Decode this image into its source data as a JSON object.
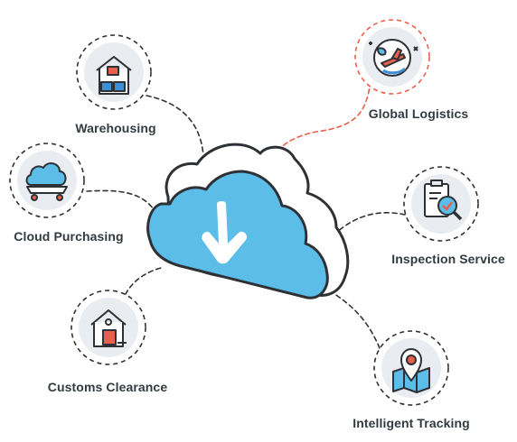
{
  "services": {
    "warehousing": {
      "label": "Warehousing",
      "icon": "warehouse-icon"
    },
    "cloud_purchasing": {
      "label": "Cloud Purchasing",
      "icon": "cloud-cart-icon"
    },
    "customs_clearance": {
      "label": "Customs Clearance",
      "icon": "customs-house-icon"
    },
    "global_logistics": {
      "label": "Global Logistics",
      "icon": "globe-plane-icon"
    },
    "inspection_service": {
      "label": "Inspection Service",
      "icon": "clipboard-magnifier-icon"
    },
    "intelligent_tracking": {
      "label": "Intelligent Tracking",
      "icon": "map-pin-icon"
    }
  },
  "center": {
    "icon": "cloud-download-icon"
  },
  "colors": {
    "cloud_fill": "#5cbde8",
    "outline": "#2e3135",
    "circle_fill": "#e9edf1",
    "highlight_dash": "#e8604c",
    "accent_red": "#e8604c",
    "accent_blue": "#3d8fd6"
  }
}
